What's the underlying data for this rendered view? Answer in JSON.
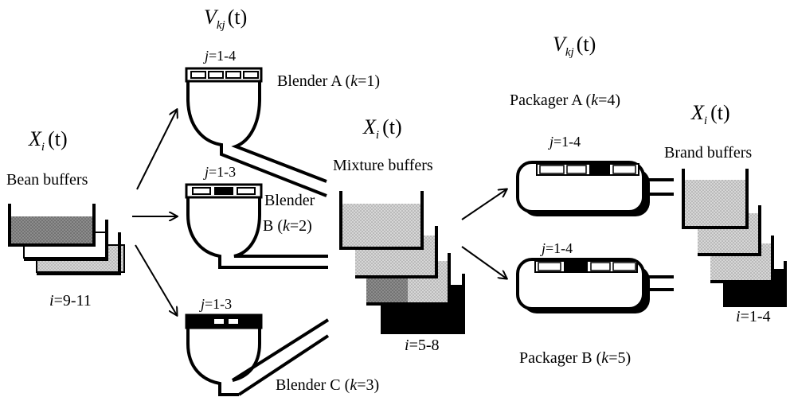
{
  "colors": {
    "gray_dark": "#8a8a8a",
    "gray_light": "#cfcfcf",
    "black": "#000000",
    "white": "#ffffff"
  },
  "math": {
    "var_v": "V",
    "var_x": "X",
    "sub_kj": "kj",
    "sub_i": "i",
    "arg_t": "(t)"
  },
  "bean": {
    "title": "Bean buffers",
    "range_var": "i",
    "range_val": "=9-11"
  },
  "blenders": {
    "a_label": "Blender A (",
    "a_k": "k",
    "a_val": "=1)",
    "a_j_var": "j",
    "a_j_val": "=1-4",
    "b_label_1": "Blender",
    "b_label_2": "B (",
    "b_k": "k",
    "b_val": "=2)",
    "b_j_var": "j",
    "b_j_val": "=1-3",
    "c_label": "Blender C (",
    "c_k": "k",
    "c_val": "=3)",
    "c_j_var": "j",
    "c_j_val": "=1-3"
  },
  "mixture": {
    "title": "Mixture buffers",
    "range_var": "i",
    "range_val": "=5-8"
  },
  "packagers": {
    "a_label": "Packager A (",
    "a_k": "k",
    "a_val": "=4)",
    "a_j_var": "j",
    "a_j_val": "=1-4",
    "b_label": "Packager B (",
    "b_k": "k",
    "b_val": "=5)",
    "b_j_var": "j",
    "b_j_val": "=1-4"
  },
  "brand": {
    "title": "Brand buffers",
    "range_var": "i",
    "range_val": "=1-4"
  }
}
